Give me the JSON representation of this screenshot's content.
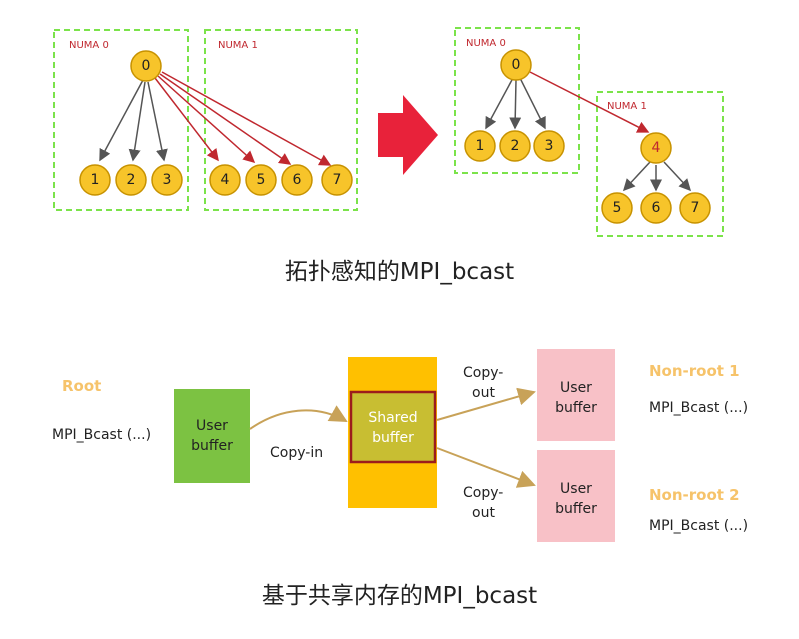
{
  "topology": {
    "caption": "拓扑感知的MPI_bcast",
    "left": {
      "numa0_label": "NUMA 0",
      "numa1_label": "NUMA 1",
      "nodes": [
        "0",
        "1",
        "2",
        "3",
        "4",
        "5",
        "6",
        "7"
      ]
    },
    "right": {
      "numa0_label": "NUMA 0",
      "numa1_label": "NUMA 1",
      "nodes": [
        "0",
        "1",
        "2",
        "3",
        "4",
        "5",
        "6",
        "7"
      ]
    }
  },
  "shared_memory": {
    "caption": "基于共享内存的MPI_bcast",
    "root_label": "Root",
    "root_call": "MPI_Bcast (...)",
    "root_buffer": [
      "User",
      "buffer"
    ],
    "copy_in": "Copy-in",
    "shared_buffer": [
      "Shared",
      "buffer"
    ],
    "copy_out_1": [
      "Copy-",
      "out"
    ],
    "copy_out_2": [
      "Copy-",
      "out"
    ],
    "user_buffer_1": [
      "User",
      "buffer"
    ],
    "user_buffer_2": [
      "User",
      "buffer"
    ],
    "nonroot1_label": "Non-root 1",
    "nonroot1_call": "MPI_Bcast (...)",
    "nonroot2_label": "Non-root 2",
    "nonroot2_call": "MPI_Bcast (...)"
  },
  "colors": {
    "node_fill": "#f7c42a",
    "node_stroke": "#c79200",
    "numa_border": "#7be34a",
    "red_arrow": "#c0282f",
    "gray_arrow": "#555555",
    "transition_arrow": "#e8223a",
    "root_label": "#f6c36a",
    "user_buffer_green": "#7cc242",
    "shared_outer": "#ffc000",
    "shared_inner": "#c8be32",
    "shared_border": "#9c1c1c",
    "user_buffer_pink": "#f8c1c7",
    "copy_arrow": "#c8a258"
  }
}
